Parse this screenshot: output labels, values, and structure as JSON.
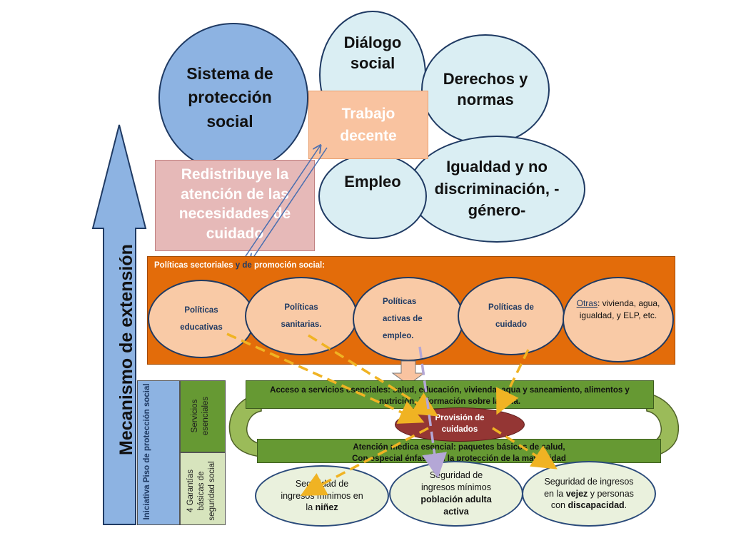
{
  "top_circles": {
    "sistema": "Sistema de protección social",
    "dialogo": "Diálogo social",
    "derechos": "Derechos y normas",
    "trabajo": "Trabajo decente",
    "empleo": "Empleo",
    "igualdad": "Igualdad y no discriminación, -género-",
    "redistribuye": "Redistribuye la atención de las necesidades de cuidado"
  },
  "arrow_label": "Mecanismo de extensión",
  "policies": {
    "header_prefix": "Políticas sectoriales ",
    "header_y": "y",
    "header_de": " de",
    "header_suffix": " promoción social:",
    "items": [
      "Políticas educativas",
      "Políticas sanitarias.",
      "Políticas activas de empleo.",
      "Políticas de cuidado"
    ],
    "otras_label": "Otras",
    "otras_rest": ": vivienda, agua, igualdad, y ELP, etc."
  },
  "left_columns": {
    "iniciativa": "Iniciativa Piso de protección social",
    "servicios": "Servicios esenciales",
    "garantias": "4 Garantías básicas de seguridad social"
  },
  "bands": {
    "acceso": "Acceso a servicios esenciales: salud, educación, vivienda, agua y saneamiento, alimentos y nutrición, información sobre la vida.",
    "provision": "Provisión de cuidados",
    "atencion_line1": "Atención médica esencial: paquetes básicos de salud,",
    "atencion_line2": "Con especial énfasis en la protección de la maternidad"
  },
  "bottom_circles": {
    "ninez_pre": "Seguridad de ingresos mínimos en la ",
    "ninez_bold": "niñez",
    "adulta_pre": "Seguridad de ingresos mínimos ",
    "adulta_bold": "población adulta activa",
    "vejez_pre": "Seguridad de ingresos en la ",
    "vejez_bold1": "vejez",
    "vejez_mid": " y personas con ",
    "vejez_bold2": "discapacidad",
    "vejez_end": "."
  },
  "colors": {
    "blue_circle": "#8db3e2",
    "light_circle": "#daeef3",
    "orange_box": "#f9c3a0",
    "pink_box": "#e6b9b8",
    "orange_panel": "#e36c0a",
    "green_band": "#669933",
    "dark_red": "#943634",
    "arrow_fill": "#8db3e2"
  }
}
